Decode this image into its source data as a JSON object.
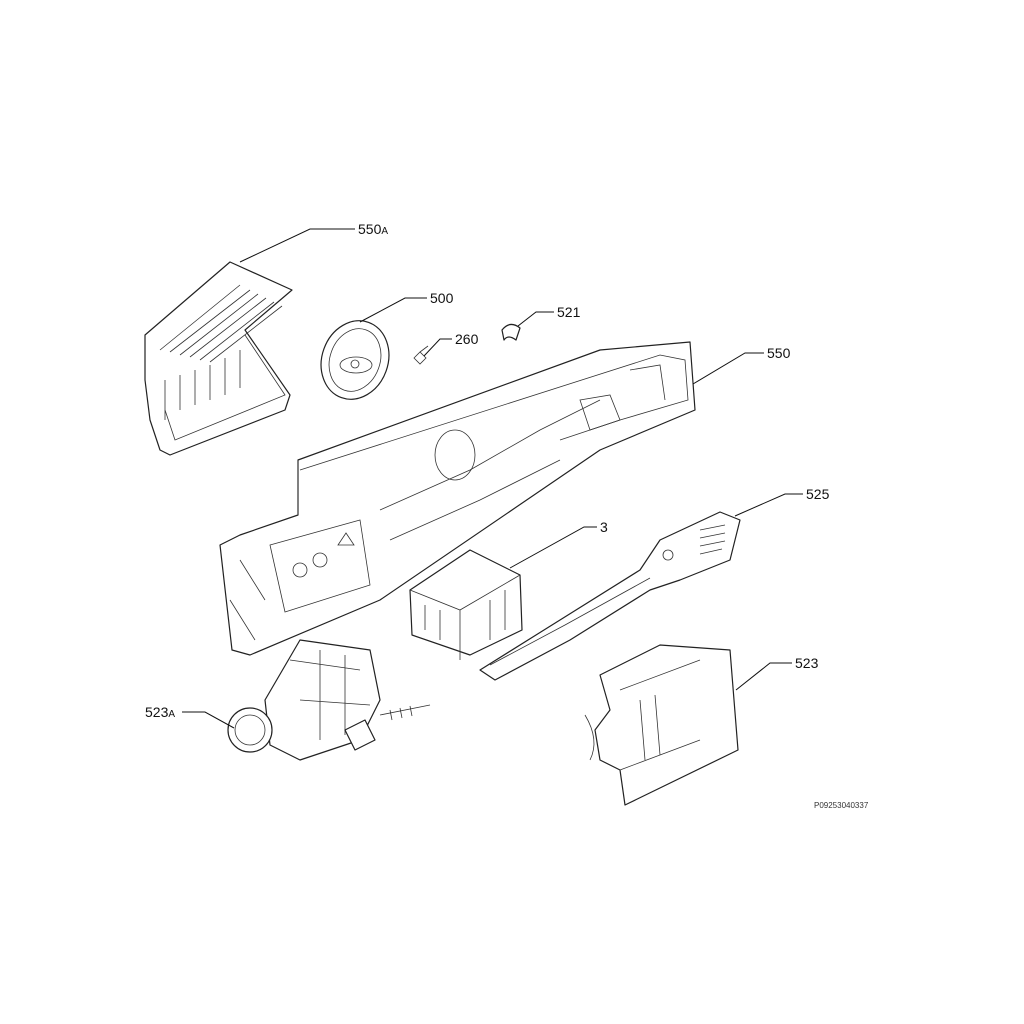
{
  "callouts": [
    {
      "id": "550a",
      "number": "550",
      "suffix": "A"
    },
    {
      "id": "500",
      "number": "500",
      "suffix": ""
    },
    {
      "id": "521",
      "number": "521",
      "suffix": ""
    },
    {
      "id": "260",
      "number": "260",
      "suffix": ""
    },
    {
      "id": "550",
      "number": "550",
      "suffix": ""
    },
    {
      "id": "525",
      "number": "525",
      "suffix": ""
    },
    {
      "id": "3",
      "number": "3",
      "suffix": ""
    },
    {
      "id": "523",
      "number": "523",
      "suffix": ""
    },
    {
      "id": "523a",
      "number": "523",
      "suffix": "A"
    }
  ],
  "drawing_code": "P09253040337"
}
